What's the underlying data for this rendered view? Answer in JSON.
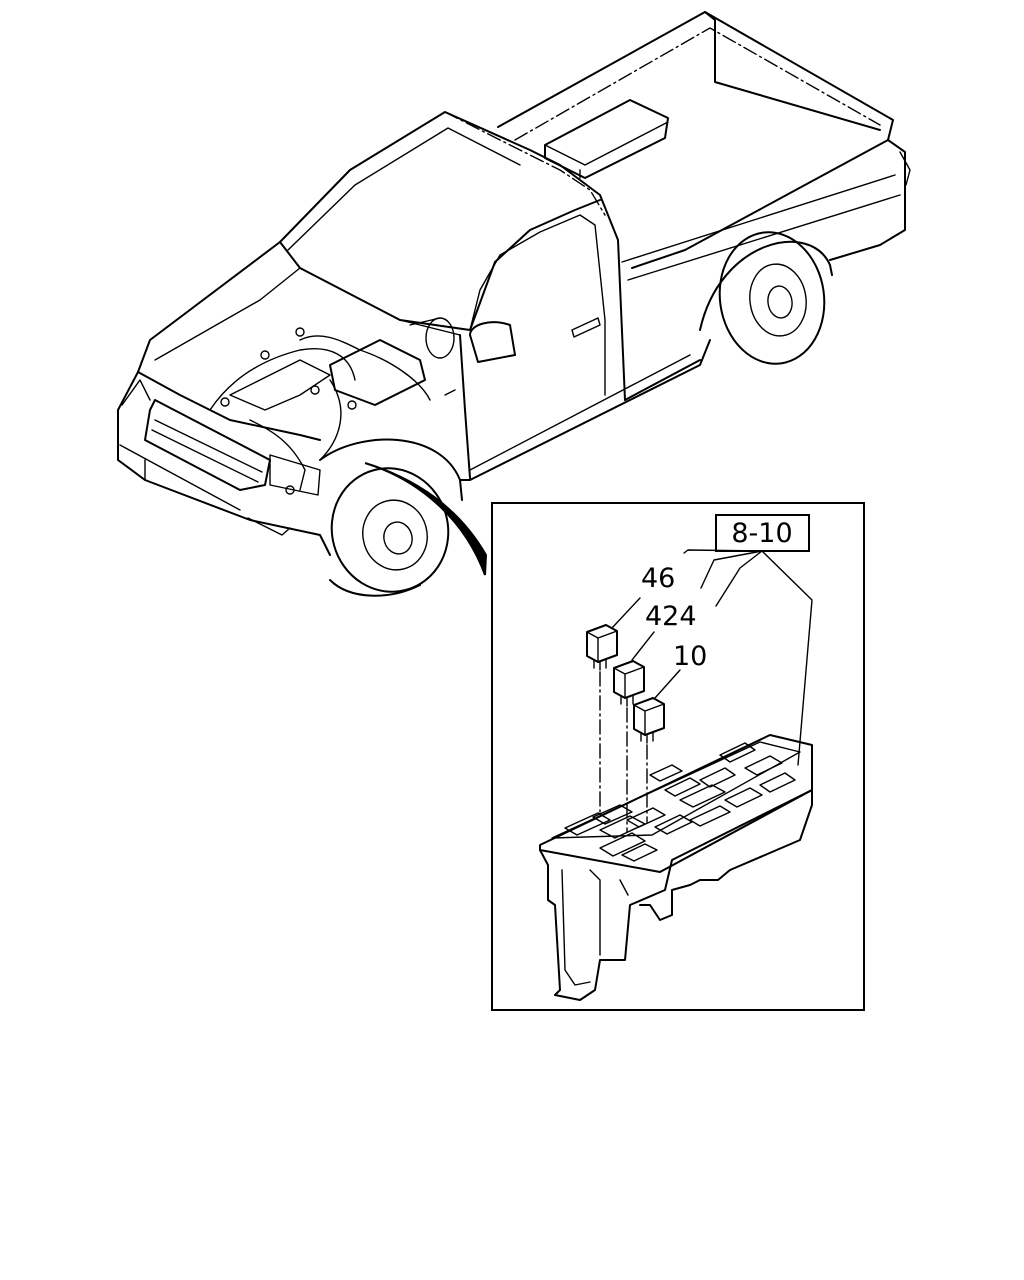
{
  "callouts": {
    "group_ref": "8-10",
    "part_a": "46",
    "part_b": "424",
    "part_c": "10"
  },
  "colors": {
    "line": "#000000",
    "background": "#ffffff"
  }
}
